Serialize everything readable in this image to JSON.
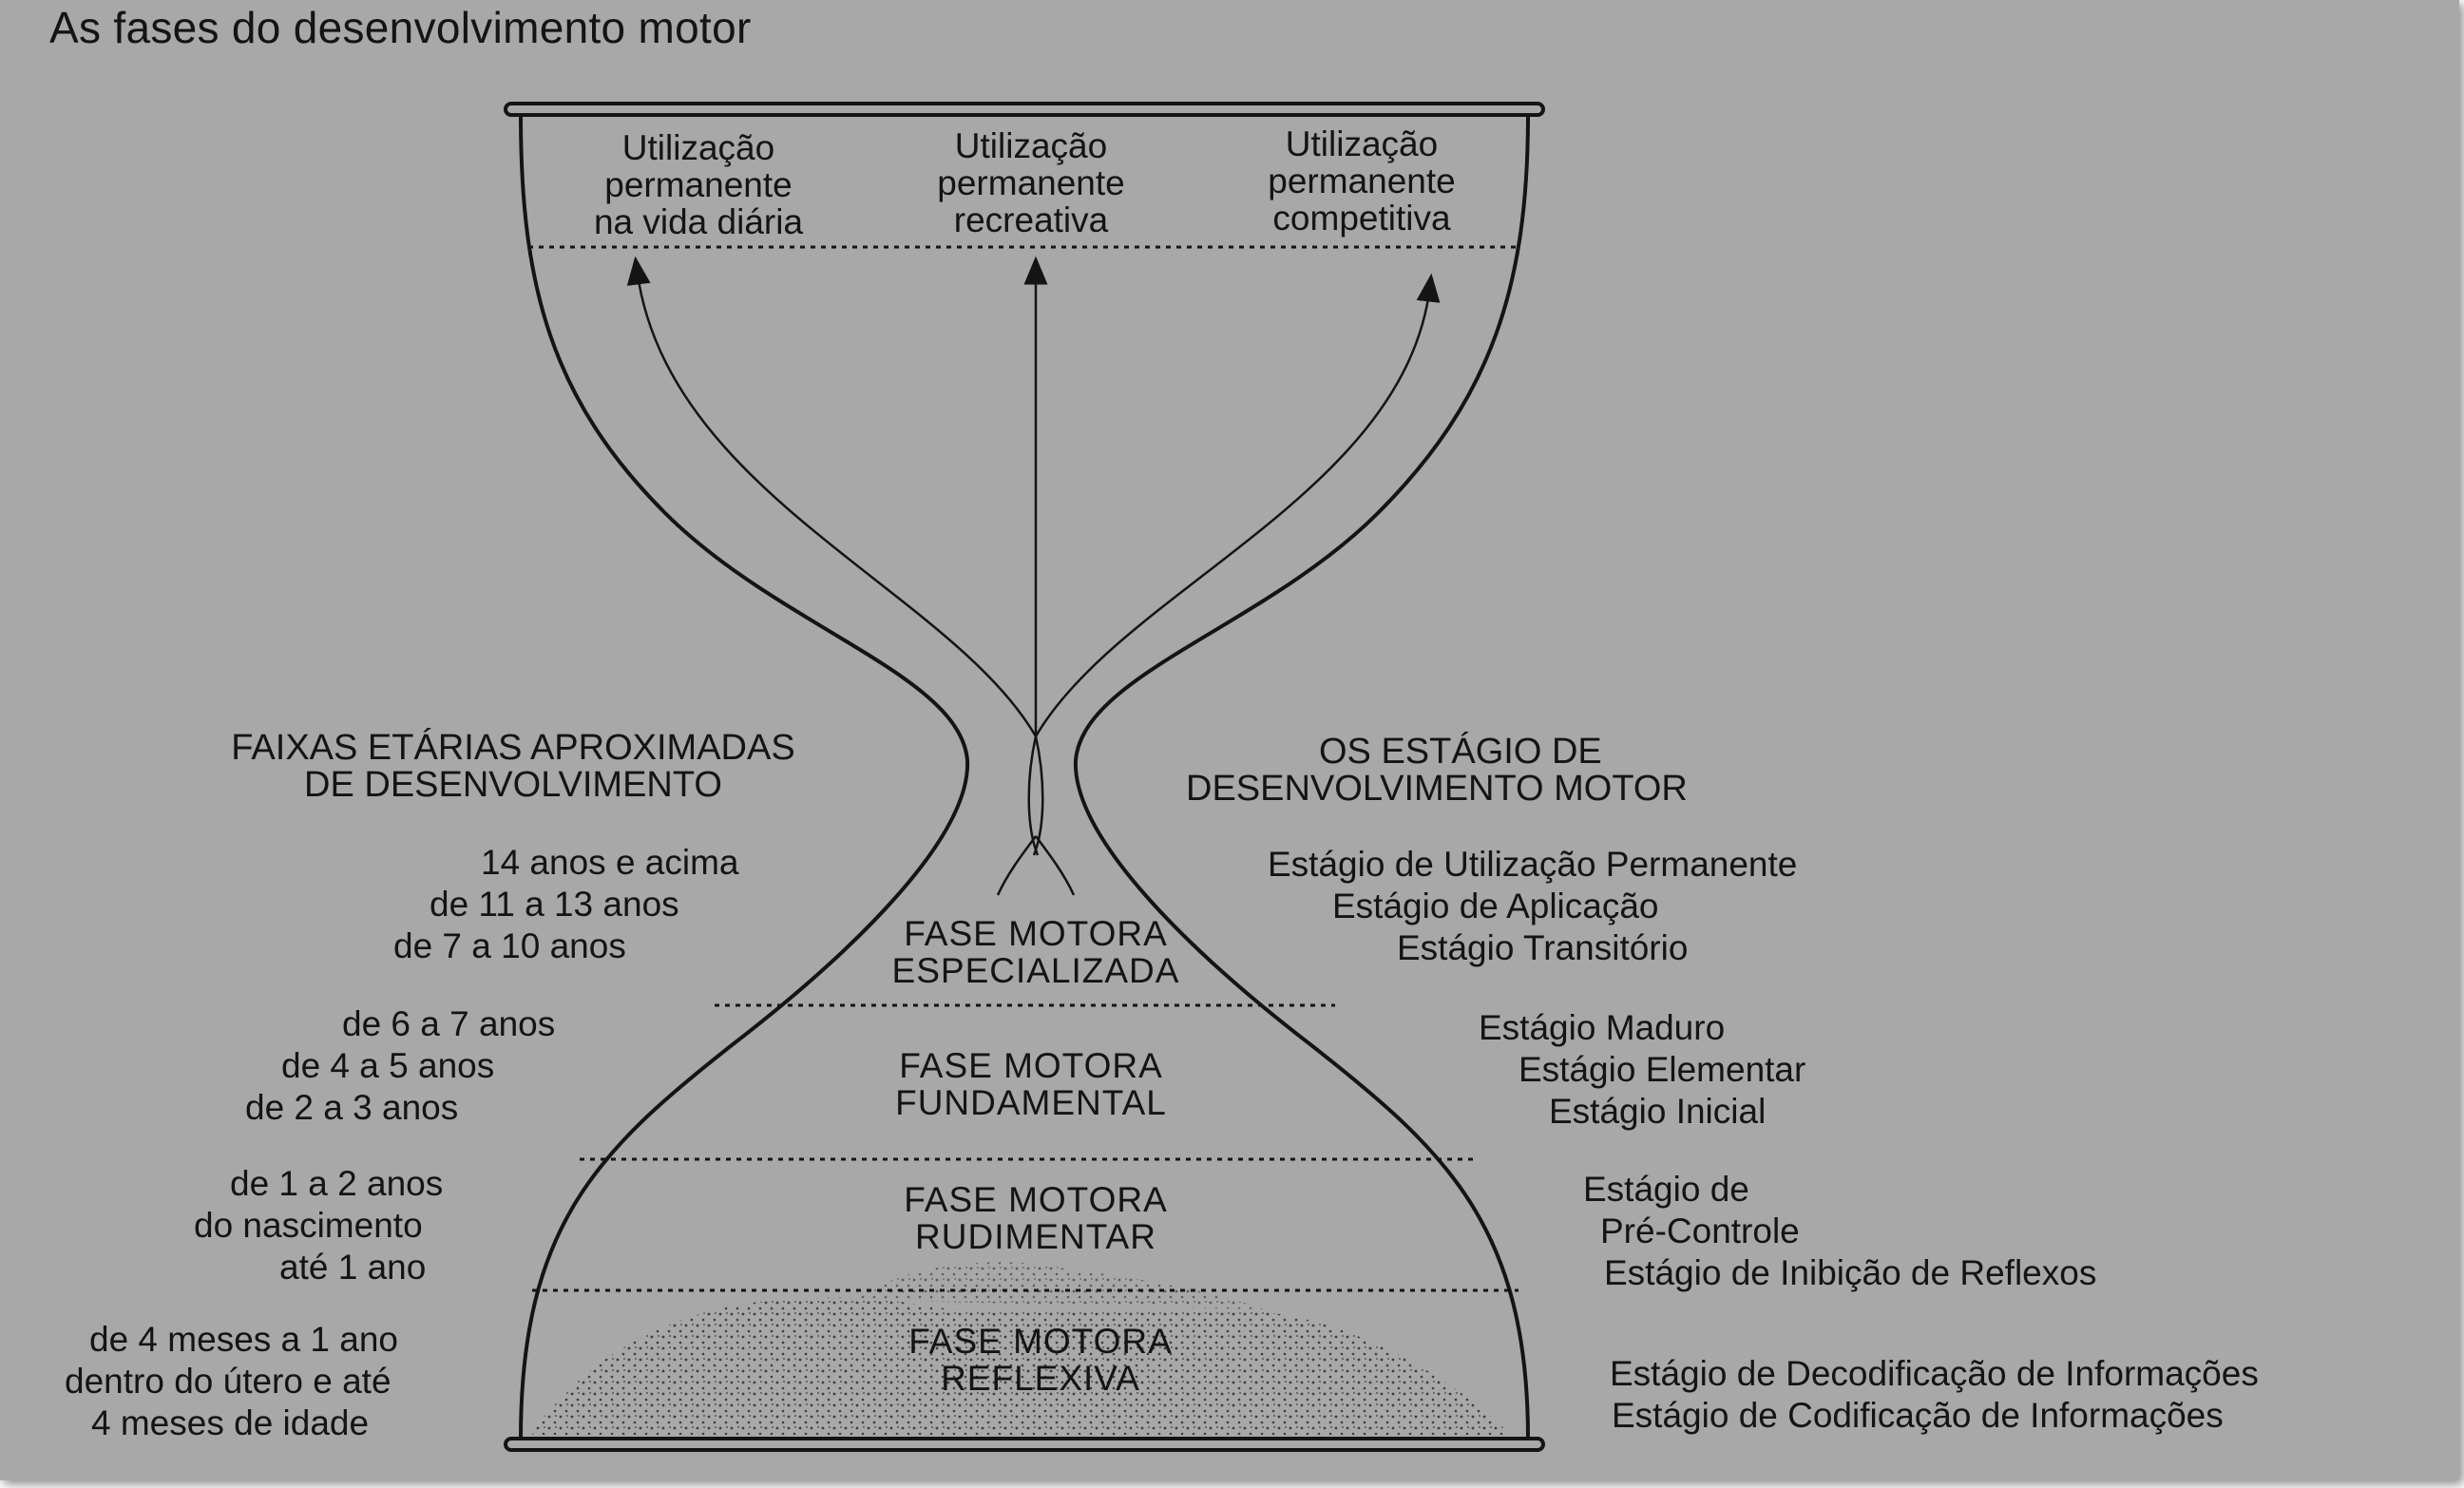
{
  "title": "As fases do desenvolvimento motor",
  "top_labels": [
    [
      "Utilização",
      "permanente",
      "na vida diária"
    ],
    [
      "Utilização",
      "permanente",
      "recreativa"
    ],
    [
      "Utilização",
      "permanente",
      "competitiva"
    ]
  ],
  "left_header": [
    "FAIXAS ETÁRIAS APROXIMADAS",
    "DE DESENVOLVIMENTO"
  ],
  "right_header": [
    "OS ESTÁGIO DE",
    "DESENVOLVIMENTO MOTOR"
  ],
  "phases": [
    {
      "name": [
        "FASE  MOTORA",
        "ESPECIALIZADA"
      ],
      "ages": [
        "14 anos e acima",
        "de 11 a 13 anos",
        "de 7 a 10 anos"
      ],
      "stages": [
        "Estágio de Utilização Permanente",
        "Estágio de Aplicação",
        "Estágio Transitório"
      ]
    },
    {
      "name": [
        "FASE  MOTORA",
        "FUNDAMENTAL"
      ],
      "ages": [
        "de 6 a 7 anos",
        "de 4 a 5 anos",
        "de 2 a 3 anos"
      ],
      "stages": [
        "Estágio Maduro",
        "Estágio Elementar",
        "Estágio Inicial"
      ]
    },
    {
      "name": [
        "FASE  MOTORA",
        "RUDIMENTAR"
      ],
      "ages": [
        "de 1 a 2 anos",
        "do nascimento",
        "até 1 ano"
      ],
      "stages": [
        "Estágio de",
        "Pré-Controle",
        "Estágio de Inibição de Reflexos"
      ]
    },
    {
      "name": [
        "FASE  MOTORA",
        "REFLEXIVA"
      ],
      "ages": [
        "de 4 meses a 1 ano",
        "dentro do útero e até",
        "4 meses de idade"
      ],
      "stages": [
        "Estágio de Decodificação de Informações",
        "Estágio de Codificação de Informações"
      ]
    }
  ],
  "colors": {
    "background": "#a8a8a8",
    "ink": "#141414"
  }
}
